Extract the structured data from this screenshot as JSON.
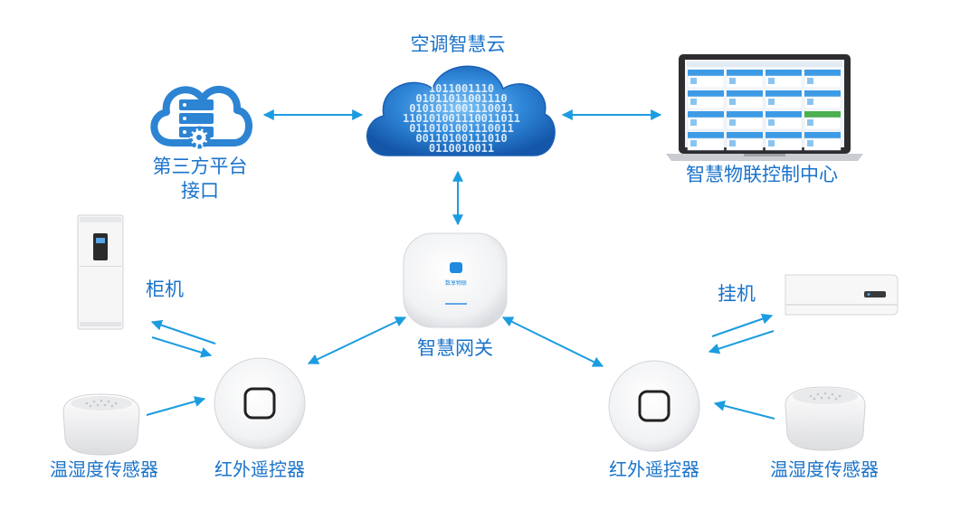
{
  "labels": {
    "cloud": "空调智慧云",
    "third_party_line1": "第三方平台",
    "third_party_line2": "接口",
    "control_center": "智慧物联控制中心",
    "cabinet_ac": "柜机",
    "wall_ac": "挂机",
    "gateway": "智慧网关",
    "ir_left": "红外遥控器",
    "ir_right": "红外遥控器",
    "sensor_left": "温湿度传感器",
    "sensor_right": "温湿度传感器"
  },
  "cloud_binary_text": [
    "1011001110",
    "01011011001110",
    "0101011001110011",
    "110101001110011011",
    "0110101001110011",
    "00110100111010",
    "0110010011"
  ],
  "gateway_brand": "数享物联",
  "colors": {
    "label": "#1a73c9",
    "arrow": "#1c9ce0",
    "cloud": "#2f86d8",
    "device": "#f4f4f4"
  }
}
